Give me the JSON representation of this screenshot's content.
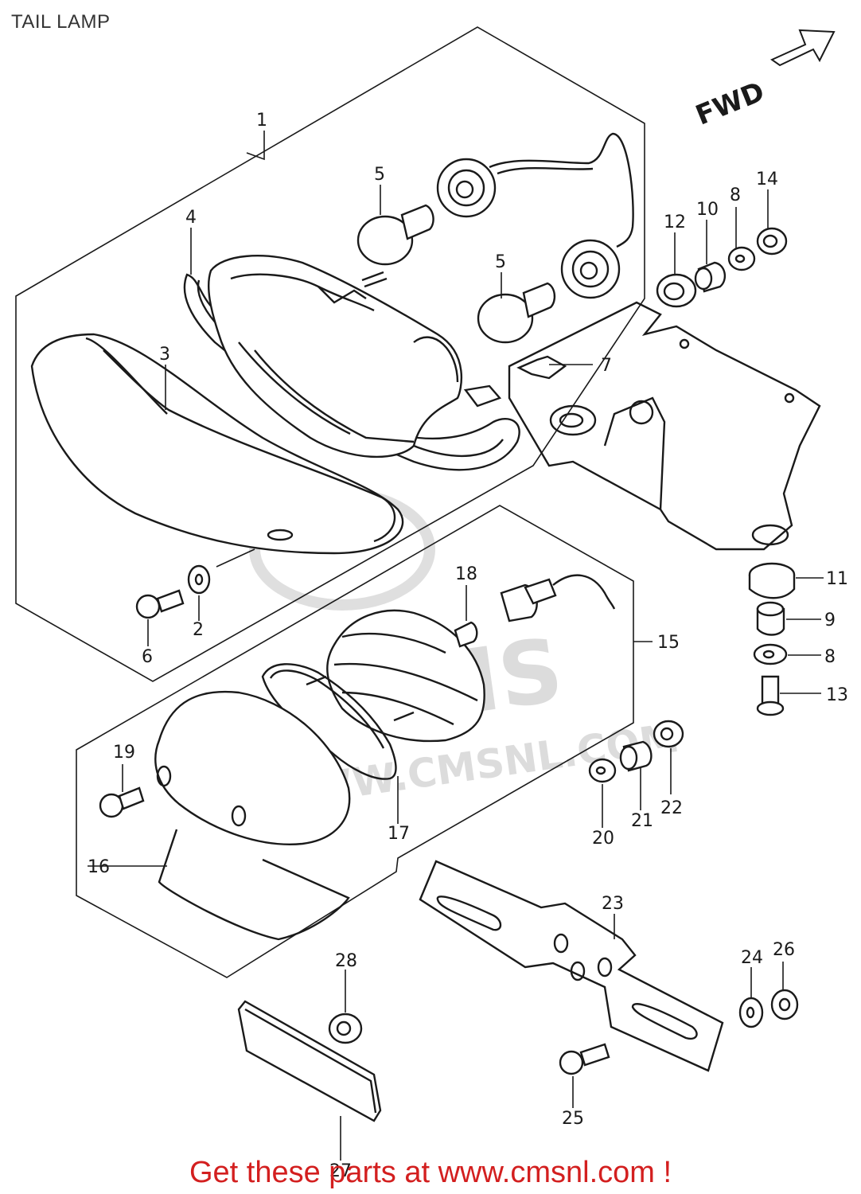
{
  "title": "TAIL LAMP",
  "fwd_label": "FWD",
  "watermark": {
    "brand": "CMS",
    "url": "WWW.CMSNL.COM"
  },
  "callouts": {
    "p1": "1",
    "p2": "2",
    "p3": "3",
    "p4": "4",
    "p5a": "5",
    "p5b": "5",
    "p6": "6",
    "p7": "7",
    "p8a": "8",
    "p8b": "8",
    "p9": "9",
    "p10": "10",
    "p11": "11",
    "p12": "12",
    "p13": "13",
    "p14": "14",
    "p15": "15",
    "p16": "16",
    "p17": "17",
    "p18": "18",
    "p19": "19",
    "p20": "20",
    "p21": "21",
    "p22": "22",
    "p23": "23",
    "p24": "24",
    "p25": "25",
    "p26": "26",
    "p27": "27",
    "p28": "28"
  },
  "footer": "Get these parts at www.cmsnl.com !"
}
